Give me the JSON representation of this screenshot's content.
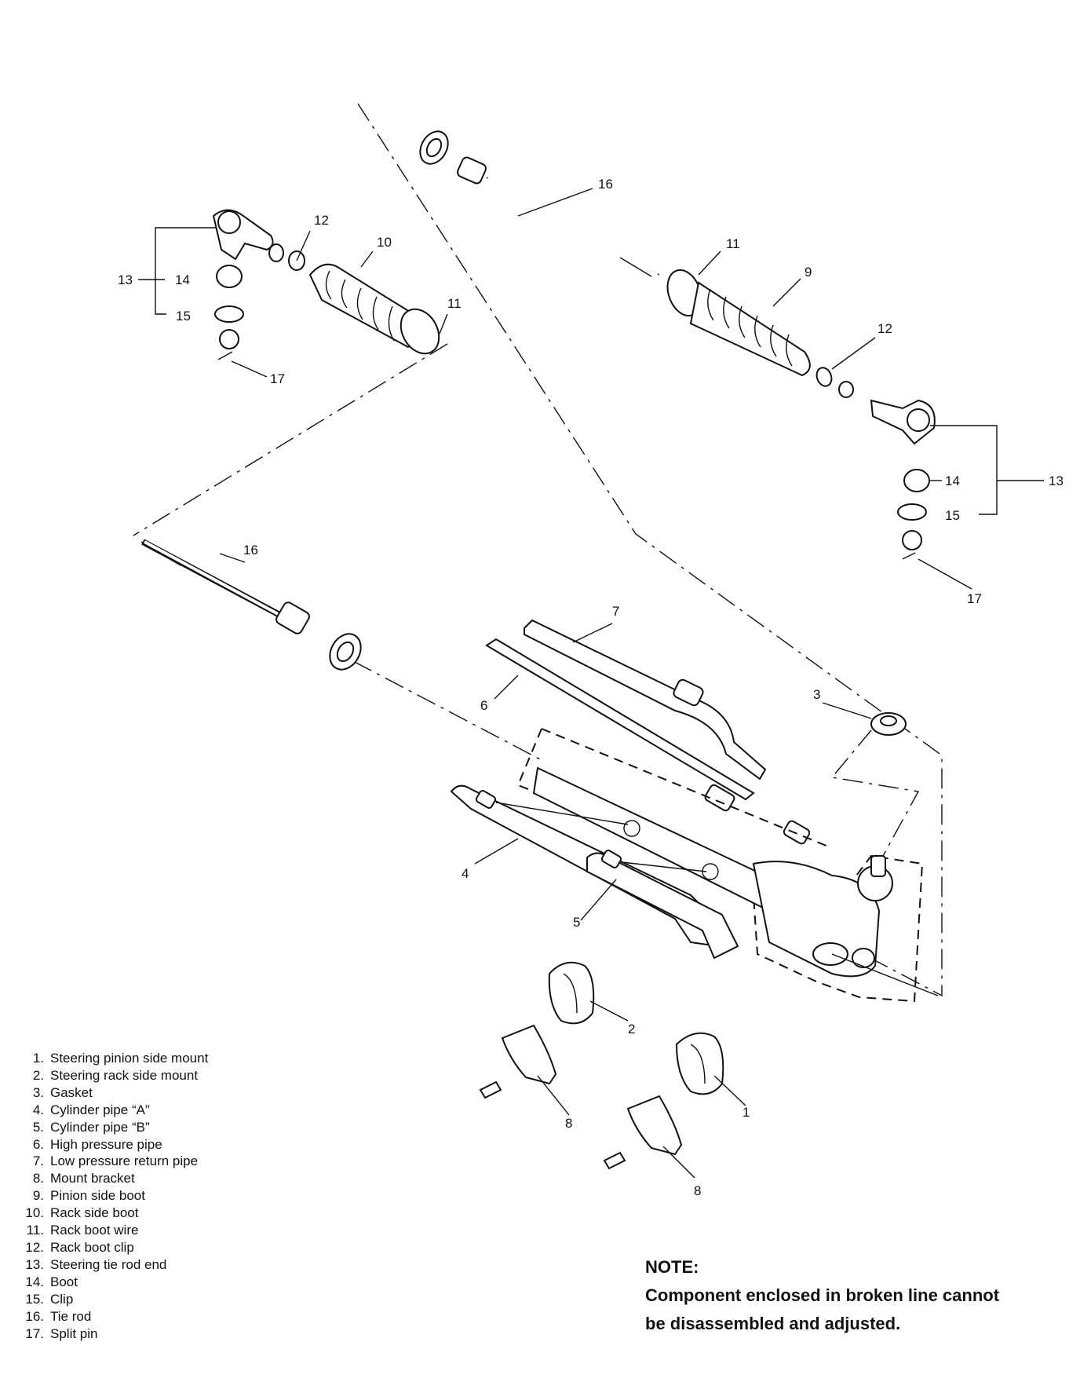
{
  "callouts": {
    "c1": "1",
    "c2": "2",
    "c3": "3",
    "c4": "4",
    "c5": "5",
    "c6": "6",
    "c7": "7",
    "c8a": "8",
    "c8b": "8",
    "c9": "9",
    "c10": "10",
    "c11a": "11",
    "c11b": "11",
    "c12a": "12",
    "c12b": "12",
    "c13a": "13",
    "c13b": "13",
    "c14a": "14",
    "c14b": "14",
    "c15a": "15",
    "c15b": "15",
    "c16a": "16",
    "c16b": "16",
    "c17a": "17",
    "c17b": "17"
  },
  "legend": [
    {
      "num": "1.",
      "label": "Steering pinion side mount"
    },
    {
      "num": "2.",
      "label": "Steering rack side mount"
    },
    {
      "num": "3.",
      "label": "Gasket"
    },
    {
      "num": "4.",
      "label": "Cylinder pipe “A”"
    },
    {
      "num": "5.",
      "label": "Cylinder pipe “B”"
    },
    {
      "num": "6.",
      "label": "High pressure pipe"
    },
    {
      "num": "7.",
      "label": "Low pressure return pipe"
    },
    {
      "num": "8.",
      "label": "Mount bracket"
    },
    {
      "num": "9.",
      "label": "Pinion side boot"
    },
    {
      "num": "10.",
      "label": "Rack side boot"
    },
    {
      "num": "11.",
      "label": "Rack boot wire"
    },
    {
      "num": "12.",
      "label": "Rack boot clip"
    },
    {
      "num": "13.",
      "label": "Steering tie rod end"
    },
    {
      "num": "14.",
      "label": "Boot"
    },
    {
      "num": "15.",
      "label": "Clip"
    },
    {
      "num": "16.",
      "label": "Tie rod"
    },
    {
      "num": "17.",
      "label": "Split pin"
    }
  ],
  "note": {
    "title": "NOTE:",
    "line1": "Component enclosed in broken line cannot",
    "line2": "be disassembled and adjusted."
  }
}
